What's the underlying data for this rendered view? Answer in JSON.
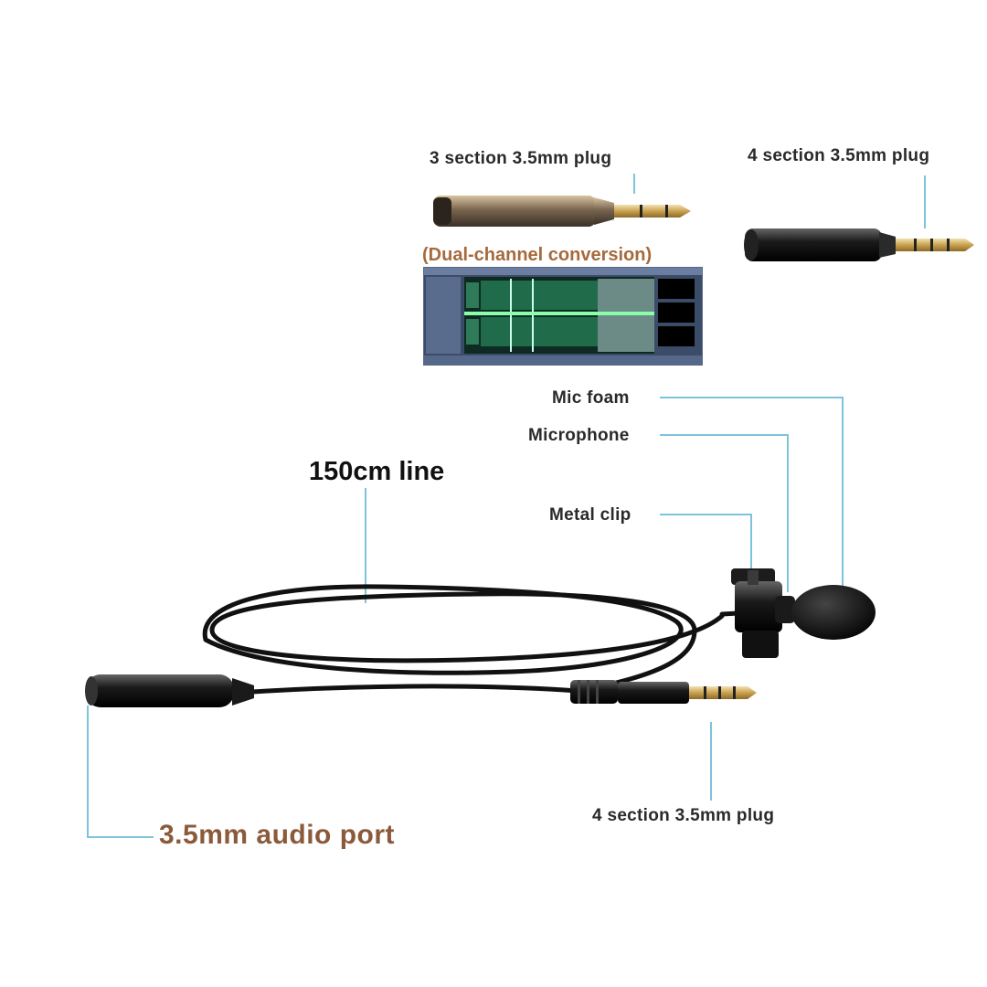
{
  "labels": {
    "plug3_top": "3 section 3.5mm plug",
    "plug4_top": "4 section 3.5mm plug",
    "dual_channel": "(Dual-channel conversion)",
    "mic_foam": "Mic foam",
    "microphone": "Microphone",
    "line_length": "150cm line",
    "metal_clip": "Metal clip",
    "plug4_bottom": "4 section 3.5mm plug",
    "audio_port": "3.5mm audio port"
  },
  "colors": {
    "leader_line": "#7cc4dc",
    "cable": "#111111",
    "brown_text": "#8a5a3a",
    "waveform_green": "#1f6b4a"
  }
}
